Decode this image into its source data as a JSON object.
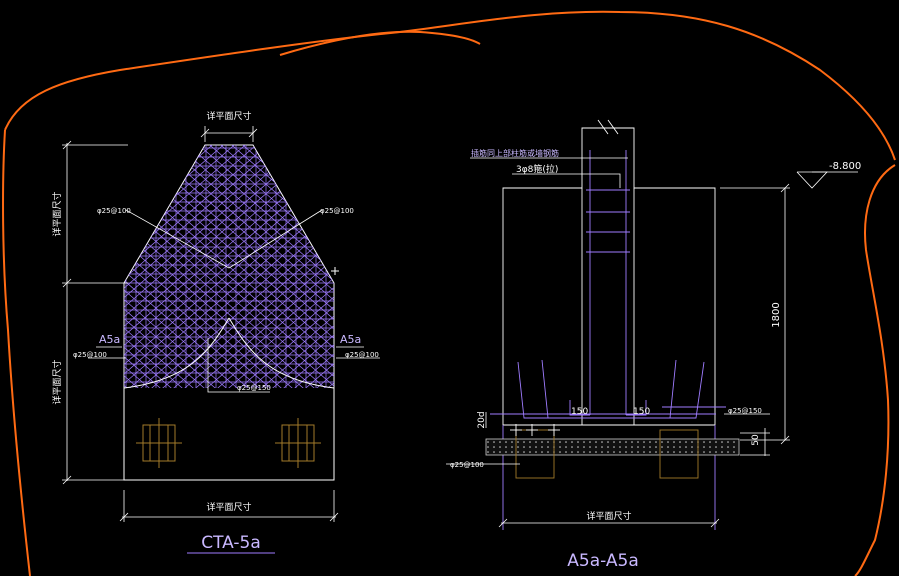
{
  "colors": {
    "background": "#000000",
    "outline": "#ffffff",
    "rebar": "#9f7cff",
    "dimension": "#9f7cff",
    "revision_cloud": "#ff6a13",
    "pile_cap": "#a27a2a",
    "grout": "#cfcfcf"
  },
  "plan": {
    "title": "CTA-5a",
    "dim_top": "详平面尺寸",
    "dim_bottom": "详平面尺寸",
    "dim_left_upper": "详平面尺寸",
    "dim_left_lower": "详平面尺寸",
    "section_mark_left": "A5a",
    "section_mark_right": "A5a",
    "rebar_label_top_left": "φ25@100",
    "rebar_label_top_right": "φ25@100",
    "rebar_label_left": "φ25@100",
    "rebar_label_right": "φ25@100",
    "rebar_label_center": "φ25@150"
  },
  "section": {
    "title": "A5a-A5a",
    "note_top": "插筋同上部柱筋或墙钢筋",
    "note_stirrup": "3φ8箍(拉)",
    "elevation": "-8.800",
    "height": "1800",
    "dim_bottom": "详平面尺寸",
    "bend_left": "150",
    "bend_right": "150",
    "anchor_label": "20d",
    "cover_label": "50",
    "rebar_right": "φ25@150",
    "rebar_left": "φ25@100"
  }
}
